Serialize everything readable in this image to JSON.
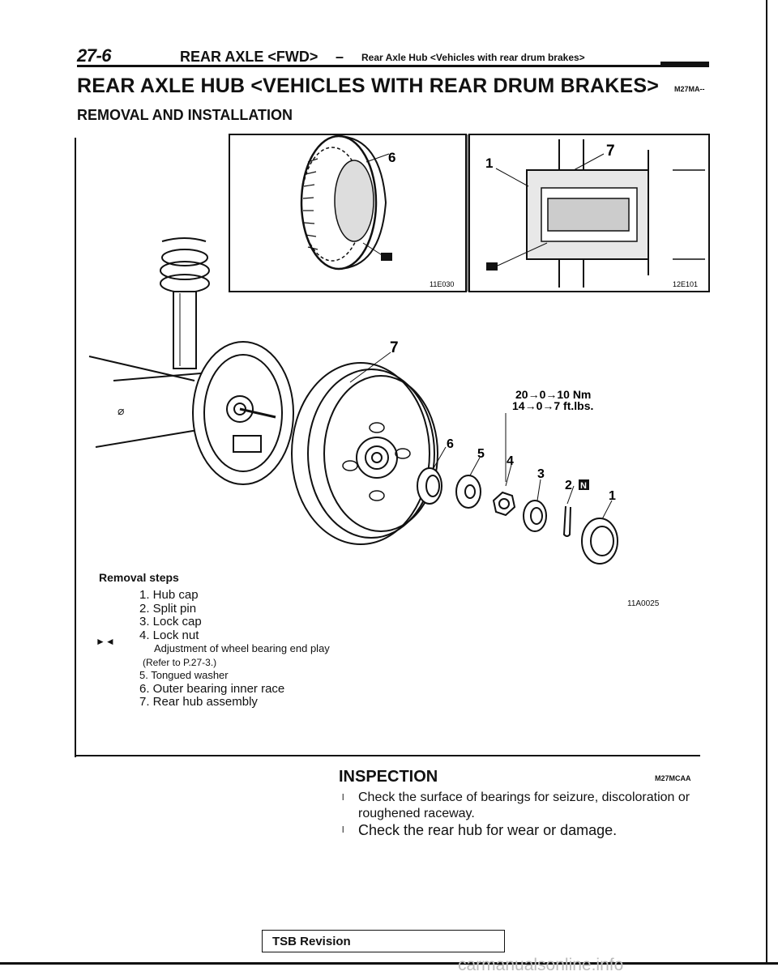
{
  "header": {
    "page_number": "27-6",
    "section": "REAR AXLE <FWD>",
    "dash": "–",
    "subsection": "Rear Axle Hub <Vehicles with rear drum brakes>"
  },
  "title": {
    "text": "REAR AXLE HUB <VEHICLES WITH REAR DRUM BRAKES>",
    "code": "M27MA--"
  },
  "subtitle": "REMOVAL AND INSTALLATION",
  "figure": {
    "inset_left_code": "11E030",
    "inset_right_code": "12E101",
    "main_code": "11A0025",
    "torque_nm": "20→0→10 Nm",
    "torque_ftlbs": "14→0→7 ft.lbs.",
    "callouts": [
      "1",
      "2",
      "3",
      "4",
      "5",
      "6",
      "7"
    ],
    "n_mark": "N"
  },
  "removal": {
    "title": "Removal steps",
    "steps": [
      "1. Hub cap",
      "2. Split pin",
      "3. Lock cap",
      "4. Lock nut",
      "Adjustment of wheel bearing end play",
      "(Refer to P.27-3.)",
      "5. Tongued washer",
      "6. Outer bearing inner race",
      "7. Rear hub assembly"
    ],
    "symbol": "►◄"
  },
  "inspection": {
    "title": "INSPECTION",
    "code": "M27MCAA",
    "bullet": "l",
    "items": [
      "Check the surface of bearings for seizure, discoloration or roughened raceway.",
      "Check the rear hub for wear or damage."
    ]
  },
  "footer": {
    "tsb": "TSB Revision",
    "watermark": "carmanualsonline.info"
  }
}
